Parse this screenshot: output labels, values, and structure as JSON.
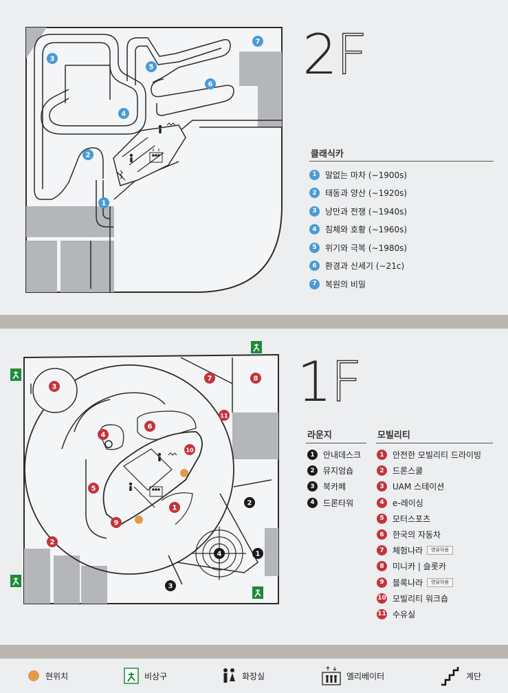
{
  "floors": {
    "second": {
      "number": "2",
      "letter": "F",
      "section_title": "클래식카",
      "items": [
        {
          "num": "1",
          "label": "말없는 마차 (∼1900s)"
        },
        {
          "num": "2",
          "label": "태동과 양산 (∼1920s)"
        },
        {
          "num": "3",
          "label": "낭만과 전쟁 (∼1940s)"
        },
        {
          "num": "4",
          "label": "침체와 호황 (∼1960s)"
        },
        {
          "num": "5",
          "label": "위기와 극복 (∼1980s)"
        },
        {
          "num": "6",
          "label": "환경과 신세기 (∼21c)"
        },
        {
          "num": "7",
          "label": "복원의 비밀"
        }
      ]
    },
    "first": {
      "number": "1",
      "letter": "F",
      "lounge": {
        "title": "라운지",
        "items": [
          {
            "num": "1",
            "label": "안내데스크"
          },
          {
            "num": "2",
            "label": "뮤지엄숍"
          },
          {
            "num": "3",
            "label": "북카페"
          },
          {
            "num": "4",
            "label": "드론타워"
          }
        ]
      },
      "mobility": {
        "title": "모빌리티",
        "items": [
          {
            "num": "1",
            "label": "안전한 모빌리티 드라이빙",
            "note": ""
          },
          {
            "num": "2",
            "label": "드론스쿨",
            "note": ""
          },
          {
            "num": "3",
            "label": "UAM 스테이션",
            "note": ""
          },
          {
            "num": "4",
            "label": "e-레이싱",
            "note": ""
          },
          {
            "num": "5",
            "label": "모터스포츠",
            "note": ""
          },
          {
            "num": "6",
            "label": "한국의 자동차",
            "note": ""
          },
          {
            "num": "7",
            "label": "체험나라",
            "note": "영유아용"
          },
          {
            "num": "8",
            "label": "미니카 | 슬롯카",
            "note": ""
          },
          {
            "num": "9",
            "label": "블록나라",
            "note": "영유아용"
          },
          {
            "num": "10",
            "label": "모빌리티 워크숍",
            "note": ""
          },
          {
            "num": "11",
            "label": "수유실",
            "note": ""
          }
        ]
      }
    }
  },
  "map_labels": {
    "second": [
      "1",
      "2",
      "3",
      "4",
      "5",
      "6",
      "7"
    ],
    "first_mobility": [
      "1",
      "2",
      "3",
      "4",
      "5",
      "6",
      "7",
      "8",
      "9",
      "10",
      "11"
    ],
    "first_lounge": [
      "1",
      "2",
      "3",
      "4"
    ]
  },
  "legend": {
    "current_location": "현위치",
    "emergency_exit": "비상구",
    "restroom": "화장실",
    "elevator": "엘리베이터",
    "stairs": "계단"
  },
  "icons": {
    "current_location": "orange-dot-icon",
    "emergency_exit": "running-man-exit-icon",
    "restroom": "restroom-icon",
    "elevator": "elevator-icon",
    "stairs": "stairs-icon"
  },
  "colors": {
    "zone_2f": "#4a9ad4",
    "zone_1f_mobility": "#c2343b",
    "zone_1f_lounge": "#1a1a1a",
    "current_location": "#e09a4a",
    "exit_green": "#1f8a3a",
    "panel": "#eceef0",
    "wall_gray": "#b4b6b9"
  }
}
